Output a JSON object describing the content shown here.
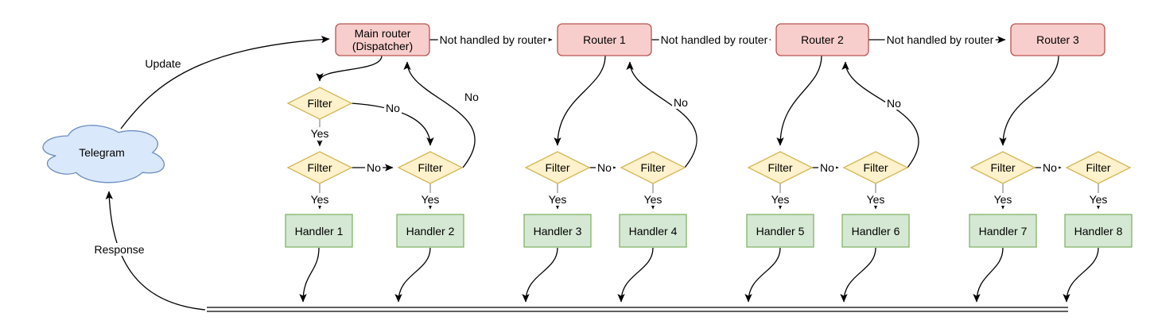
{
  "cloud": {
    "label": "Telegram"
  },
  "routers": [
    {
      "line1": "Main router",
      "line2": "(Dispatcher)"
    },
    {
      "label": "Router 1"
    },
    {
      "label": "Router 2"
    },
    {
      "label": "Router 3"
    }
  ],
  "filter_label": "Filter",
  "handlers": [
    "Handler 1",
    "Handler 2",
    "Handler 3",
    "Handler 4",
    "Handler 5",
    "Handler 6",
    "Handler 7",
    "Handler 8"
  ],
  "edge_labels": {
    "update": "Update",
    "response": "Response",
    "not_handled": "Not handled by router",
    "yes": "Yes",
    "no": "No"
  },
  "colors": {
    "router_fill": "#f8cecc",
    "router_stroke": "#b85450",
    "filter_fill": "#fff2cc",
    "filter_stroke": "#d6b656",
    "handler_fill": "#d5e8d4",
    "handler_stroke": "#82b366",
    "cloud_fill": "#dae8fc",
    "cloud_stroke": "#6c8ebf",
    "edge": "#000000"
  }
}
